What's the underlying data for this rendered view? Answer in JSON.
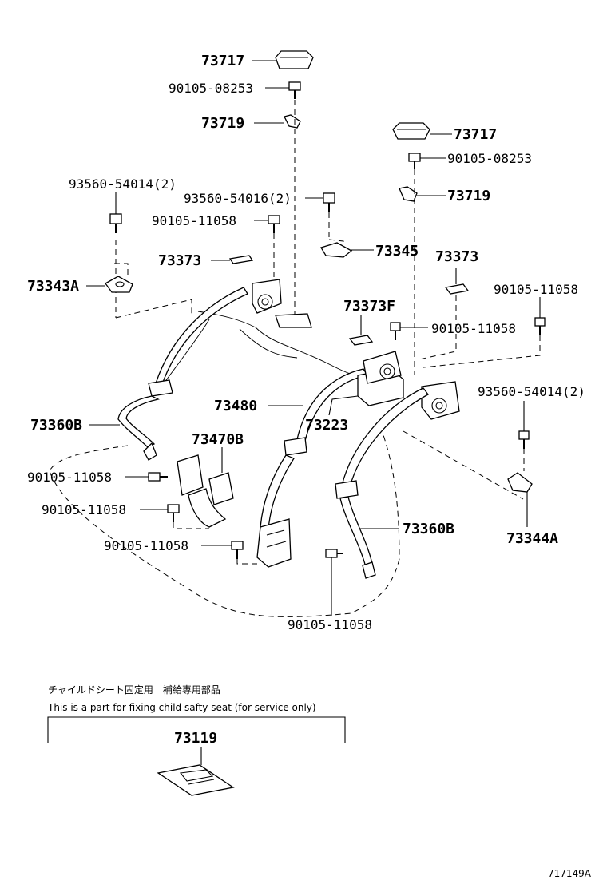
{
  "labels": {
    "l01": "73717",
    "l02": "90105-08253",
    "l03": "73719",
    "l04": "73717",
    "l05": "90105-08253",
    "l06": "73719",
    "l07": "93560-54014(2)",
    "l08": "93560-54016(2)",
    "l09": "90105-11058",
    "l10": "73345",
    "l11": "73373",
    "l12": "73373",
    "l13": "73343A",
    "l14": "90105-11058",
    "l15": "73373F",
    "l16": "90105-11058",
    "l17": "73480",
    "l18": "73223",
    "l19": "93560-54014(2)",
    "l20": "73360B",
    "l21": "73470B",
    "l22": "90105-11058",
    "l23": "90105-11058",
    "l24": "90105-11058",
    "l25": "73360B",
    "l26": "73344A",
    "l27": "90105-11058"
  },
  "service_note": {
    "japanese": "チャイルドシート固定用　補給専用部品",
    "english": "This is a part for fixing child safty seat (for service only)",
    "part_number": "73119"
  },
  "diagram_code": "717149A"
}
